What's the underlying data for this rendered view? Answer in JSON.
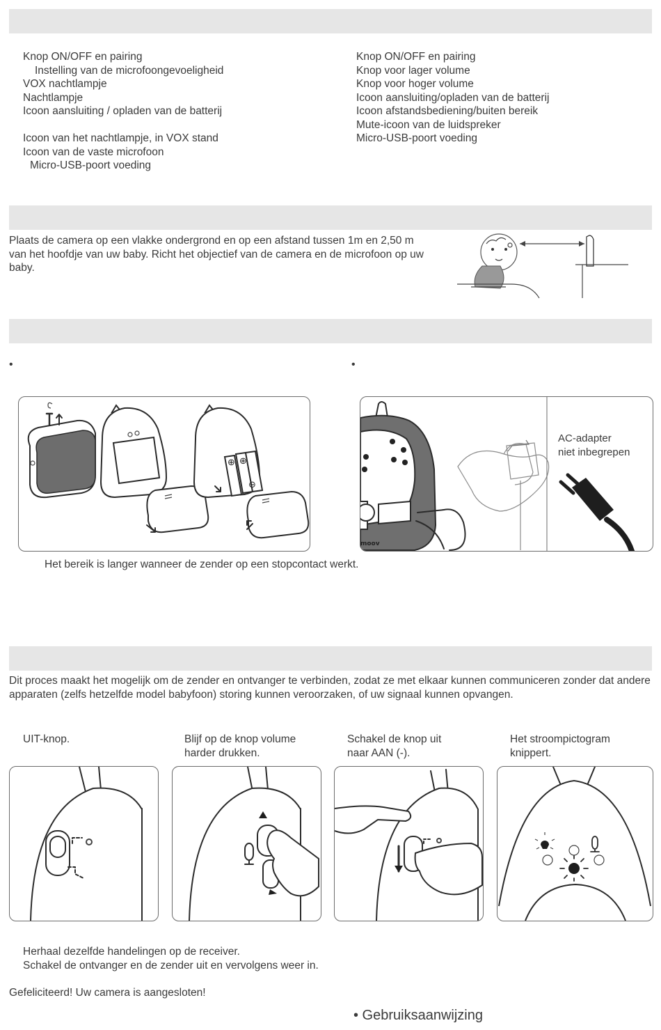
{
  "sections": {
    "parts": {
      "camera_items": [
        "Knop ON/OFF en pairing",
        "Instelling van de microfoongevoeligheid",
        "VOX nachtlampje",
        "Nachtlampje",
        "Icoon aansluiting / opladen van de batterij",
        "Icoon van het nachtlampje, in VOX stand",
        "Icoon van de vaste microfoon",
        "Micro-USB-poort voeding"
      ],
      "receiver_items": [
        "Knop ON/OFF en pairing",
        "Knop voor lager volume",
        "Knop voor hoger volume",
        "Icoon aansluiting/opladen van de batterij",
        "Icoon afstandsbediening/buiten bereik",
        "Mute-icoon van de luidspreker",
        "Micro-USB-poort voeding"
      ]
    },
    "placement": {
      "text": "Plaats de camera op een vlakke ondergrond en op een afstand tussen 1m en 2,50 m van het hoofdje van uw baby. Richt het objectief van de camera en de microfoon op uw baby."
    },
    "power": {
      "bullet_left": "•",
      "bullet_right": "•",
      "adapter_label_line1": "AC-adapter",
      "adapter_label_line2": "niet inbegrepen",
      "range_note": "Het bereik is langer wanneer de zender op een stopcontact werkt."
    },
    "pairing": {
      "intro": "Dit proces maakt het mogelijk om de zender en ontvanger te verbinden, zodat ze met elkaar kunnen communiceren zonder dat andere apparaten (zelfs hetzelfde model babyfoon) storing kunnen veroorzaken, of uw signaal kunnen opvangen.",
      "steps": [
        {
          "caption": "UIT-knop."
        },
        {
          "caption": "Blijf op de knop volume harder drukken."
        },
        {
          "caption": "Schakel de knop uit naar AAN (-)."
        },
        {
          "caption": "Het stroompictogram knippert."
        }
      ],
      "repeat_line1": "Herhaal dezelfde handelingen op de receiver.",
      "repeat_line2": "Schakel de ontvanger en de zender uit en vervolgens weer in.",
      "congrats": "Gefeliciteerd! Uw camera is aangesloten!"
    }
  },
  "footer": {
    "label": "• Gebruiksaanwijzing"
  },
  "brand": {
    "logo_text": "moov"
  }
}
